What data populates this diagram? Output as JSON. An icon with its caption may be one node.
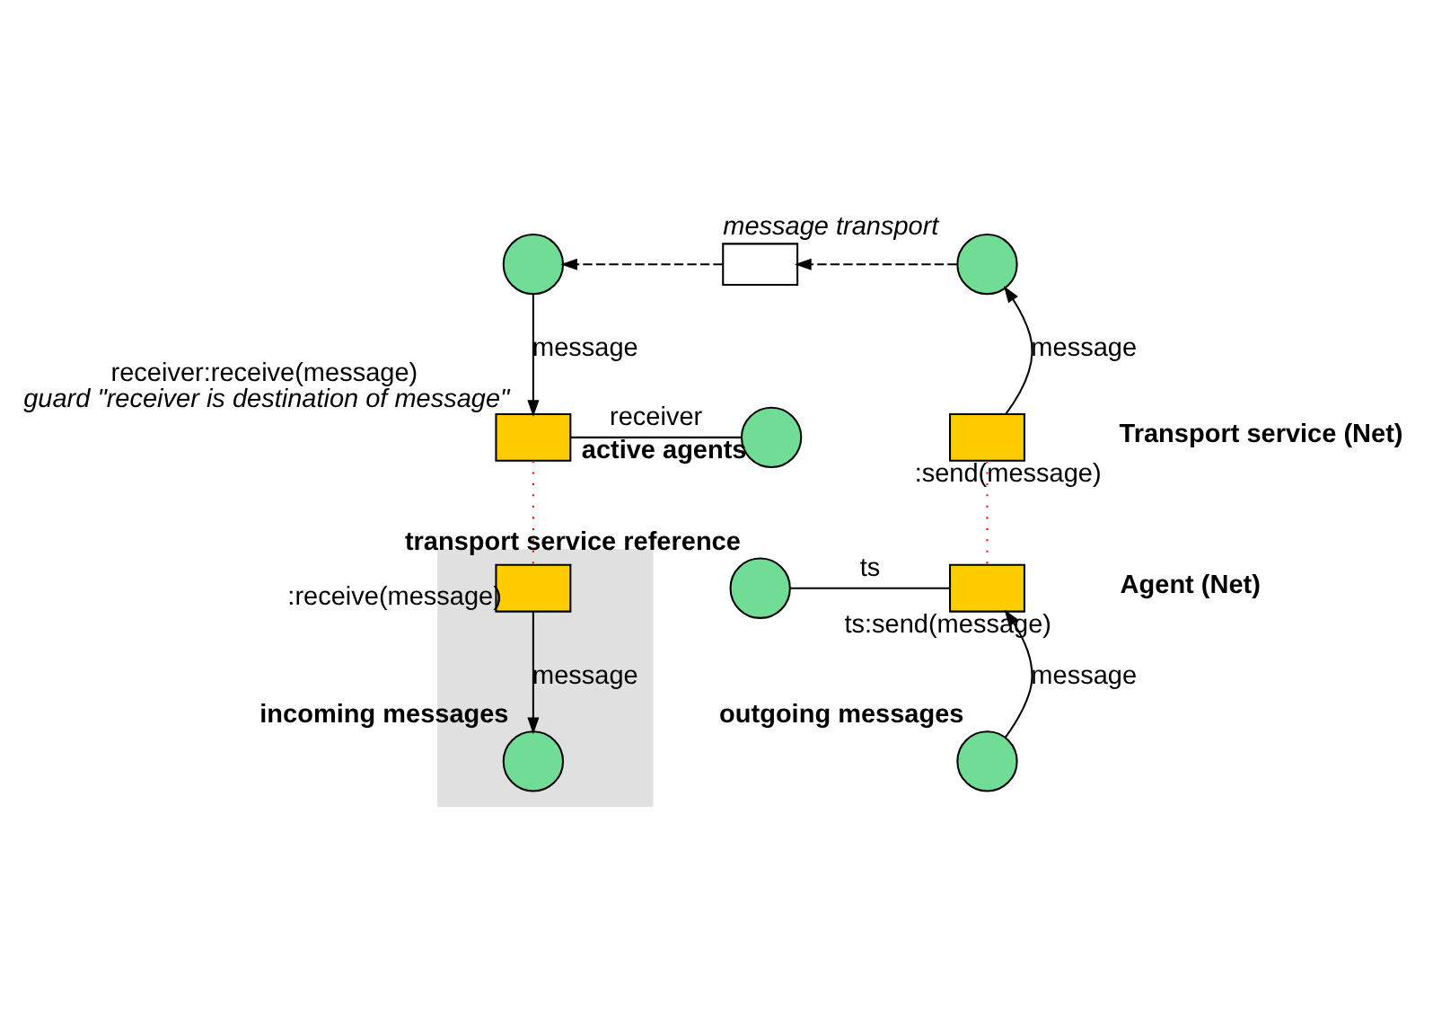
{
  "diagram": {
    "nodes": [
      {
        "text": [],
        "shape": "circle"
      },
      {
        "text": [
          "message transport"
        ]
      },
      {
        "text": [],
        "shape": "circle"
      },
      {
        "text": [
          "receiver:receive(message)",
          "guard \"receiver is destination of message\""
        ]
      },
      {
        "text": [
          "active agents"
        ]
      },
      {
        "text": [
          ":send(message)"
        ]
      },
      {
        "text": [],
        "shape": "box"
      },
      {
        "text": [
          ":receive(message)"
        ],
        "in": 6
      },
      {
        "text": [
          "incoming messages"
        ],
        "in": 6
      },
      {
        "text": [
          "transport service reference"
        ]
      },
      {
        "text": [
          "ts:send(message)"
        ]
      },
      {
        "text": [
          "outgoing messages"
        ]
      }
    ],
    "edges": [
      {
        "from": 5,
        "to": 2,
        "arrow": "to",
        "label": "message"
      },
      {
        "from": 2,
        "to": 1,
        "arrow": "to",
        "style": "dashed"
      },
      {
        "from": 1,
        "to": 0,
        "arrow": "to",
        "style": "dashed"
      },
      {
        "from": 0,
        "to": 3,
        "arrow": "to",
        "label": "message"
      },
      {
        "from": 3,
        "to": 4,
        "arrow": "none",
        "label": "receiver"
      },
      {
        "from": 3,
        "to": 7,
        "arrow": "none",
        "style": "dashed",
        "color": "#ff0000"
      },
      {
        "from": 5,
        "to": 10,
        "arrow": "none",
        "style": "dashed",
        "color": "#ff0000"
      },
      {
        "from": 7,
        "to": 8,
        "arrow": "to",
        "label": "message"
      },
      {
        "from": 9,
        "to": 10,
        "arrow": "none",
        "label": "ts"
      },
      {
        "from": 11,
        "to": 10,
        "arrow": "to",
        "label": "message"
      }
    ],
    "labels": [
      "Transport service (Net)",
      "Agent (Net)"
    ]
  }
}
